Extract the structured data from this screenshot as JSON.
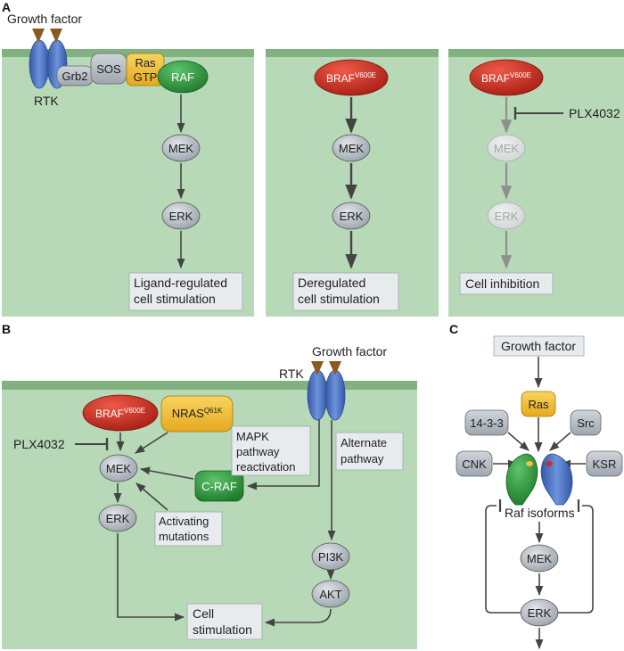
{
  "panels": {
    "a": {
      "label": "A",
      "growth_factor": "Growth factor",
      "rtk": "RTK",
      "grb2": "Grb2",
      "sos": "SOS",
      "ras": "Ras",
      "gtp": "GTP",
      "raf": "RAF",
      "mek": "MEK",
      "erk": "ERK",
      "box1_line1": "Ligand-regulated",
      "box1_line2": "cell stimulation",
      "braf": "BRAF",
      "v600e": "V600E",
      "box2_line1": "Deregulated",
      "box2_line2": "cell stimulation",
      "plx": "PLX4032",
      "box3": "Cell inhibition"
    },
    "b": {
      "label": "B",
      "growth_factor": "Growth factor",
      "rtk": "RTK",
      "braf": "BRAF",
      "v600e": "V600E",
      "nras": "NRAS",
      "q61k": "Q61K",
      "plx": "PLX4032",
      "mek": "MEK",
      "craf": "C-RAF",
      "erk": "ERK",
      "mapk_1": "MAPK",
      "mapk_2": "pathway",
      "mapk_3": "reactivation",
      "alt_1": "Alternate",
      "alt_2": "pathway",
      "act_1": "Activating",
      "act_2": "mutations",
      "pi3k": "PI3K",
      "akt": "AKT",
      "cell_1": "Cell",
      "cell_2": "stimulation"
    },
    "c": {
      "label": "C",
      "growth_factor": "Growth factor",
      "ras": "Ras",
      "p1433": "14-3-3",
      "src": "Src",
      "cnk": "CNK",
      "ksr": "KSR",
      "raf_isoforms": "Raf isoforms",
      "mek": "MEK",
      "erk": "ERK"
    }
  },
  "colors": {
    "membrane": "#7fb27f",
    "cytoplasm": "#b8d9b8",
    "node_gray": "#b4bac2",
    "braf_red": "#cc2c22",
    "raf_green": "#2f9a3e",
    "ras_yellow": "#f2c23a",
    "rtk_blue": "#4f76c4",
    "ligand_brown": "#8a5a1e",
    "faded": "#9a9a9a"
  }
}
